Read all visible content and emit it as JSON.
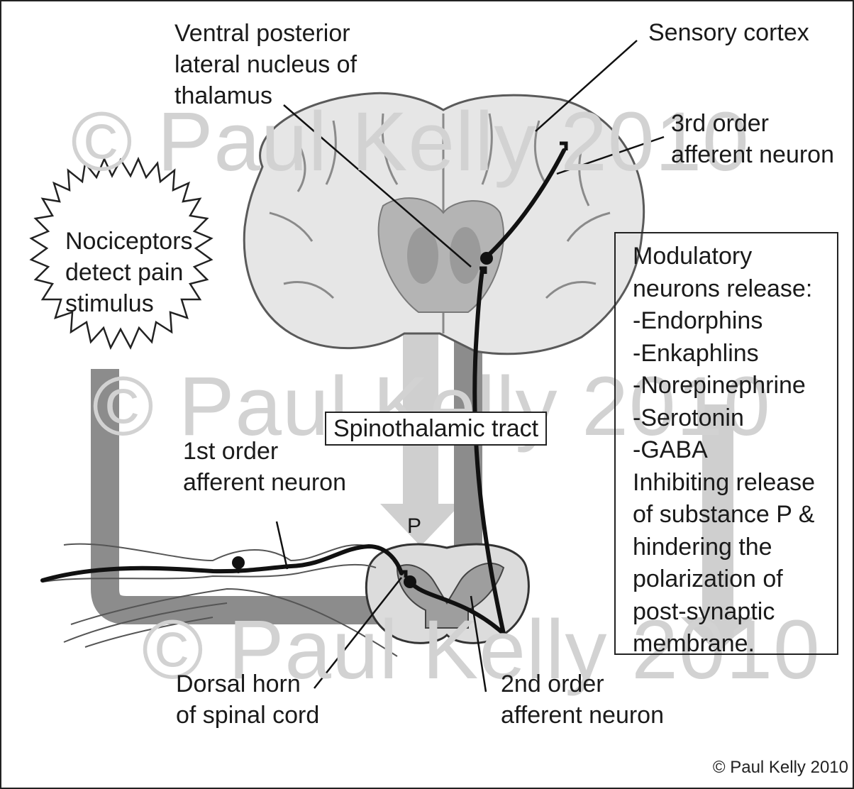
{
  "watermark": {
    "text": "© Paul Kelly 2010"
  },
  "labels": {
    "vpl": [
      "Ventral posterior",
      "lateral nucleus of",
      "thalamus"
    ],
    "sensory_cortex": "Sensory cortex",
    "third_order": [
      "3rd order",
      "afferent neuron"
    ],
    "nociceptors": [
      "Nociceptors",
      "detect pain",
      "stimulus"
    ],
    "spinothalamic": "Spinothalamic tract",
    "first_order": [
      "1st order",
      "afferent neuron"
    ],
    "substance_p": "P",
    "dorsal_horn": [
      "Dorsal horn",
      "of spinal cord"
    ],
    "second_order": [
      "2nd order",
      "afferent neuron"
    ]
  },
  "modulatory": {
    "lines": [
      "Modulatory",
      "neurons release:",
      "-Endorphins",
      "-Enkaphlins",
      "-Norepinephrine",
      "-Serotonin",
      "-GABA",
      "Inhibiting release",
      "of substance P &",
      "hindering the",
      "polarization of",
      "post-synaptic",
      "membrane."
    ]
  },
  "copyright": "© Paul Kelly 2010",
  "colors": {
    "pathway_gray": "#8c8c8c",
    "modulatory_arrow": "#c8c8c8",
    "brain_fill": "#e6e6e6",
    "brain_deep": "#b4b4b4",
    "neuron": "#111111",
    "watermark": "#d2d2d2"
  }
}
